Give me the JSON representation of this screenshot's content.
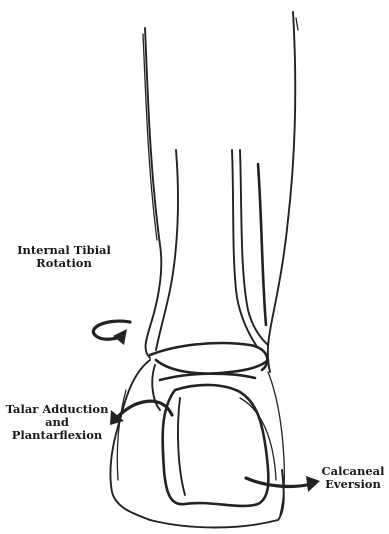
{
  "figure": {
    "labels": {
      "internal_tibial_rotation": [
        "Internal Tibial",
        "Rotation"
      ],
      "talar_adduction_plantarflexion": [
        "Talar Adduction",
        "and",
        "Plantarflexion"
      ],
      "calcaneal_eversion": [
        "Calcaneal",
        "Eversion"
      ]
    }
  }
}
